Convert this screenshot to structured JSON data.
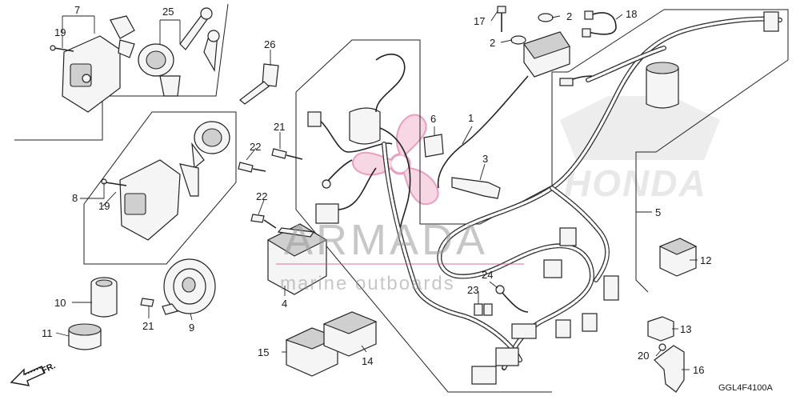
{
  "diagram": {
    "drawing_code": "GGL4F4100A",
    "direction_label": "FR.",
    "watermark": {
      "brand": "ARMADA",
      "tagline": "marine outboards",
      "logo_text": "HONDA"
    },
    "callouts": [
      {
        "id": "c1",
        "text": "1"
      },
      {
        "id": "c2a",
        "text": "2"
      },
      {
        "id": "c2b",
        "text": "2"
      },
      {
        "id": "c3",
        "text": "3"
      },
      {
        "id": "c4",
        "text": "4"
      },
      {
        "id": "c5",
        "text": "5"
      },
      {
        "id": "c6",
        "text": "6"
      },
      {
        "id": "c7",
        "text": "7"
      },
      {
        "id": "c8",
        "text": "8"
      },
      {
        "id": "c9",
        "text": "9"
      },
      {
        "id": "c10",
        "text": "10"
      },
      {
        "id": "c11",
        "text": "11"
      },
      {
        "id": "c12",
        "text": "12"
      },
      {
        "id": "c13",
        "text": "13"
      },
      {
        "id": "c14",
        "text": "14"
      },
      {
        "id": "c15",
        "text": "15"
      },
      {
        "id": "c16",
        "text": "16"
      },
      {
        "id": "c17",
        "text": "17"
      },
      {
        "id": "c18",
        "text": "18"
      },
      {
        "id": "c19a",
        "text": "19"
      },
      {
        "id": "c19b",
        "text": "19"
      },
      {
        "id": "c20",
        "text": "20"
      },
      {
        "id": "c21a",
        "text": "21"
      },
      {
        "id": "c21b",
        "text": "21"
      },
      {
        "id": "c22a",
        "text": "22"
      },
      {
        "id": "c22b",
        "text": "22"
      },
      {
        "id": "c23",
        "text": "23"
      },
      {
        "id": "c24",
        "text": "24"
      },
      {
        "id": "c25",
        "text": "25"
      },
      {
        "id": "c26",
        "text": "26"
      }
    ]
  }
}
